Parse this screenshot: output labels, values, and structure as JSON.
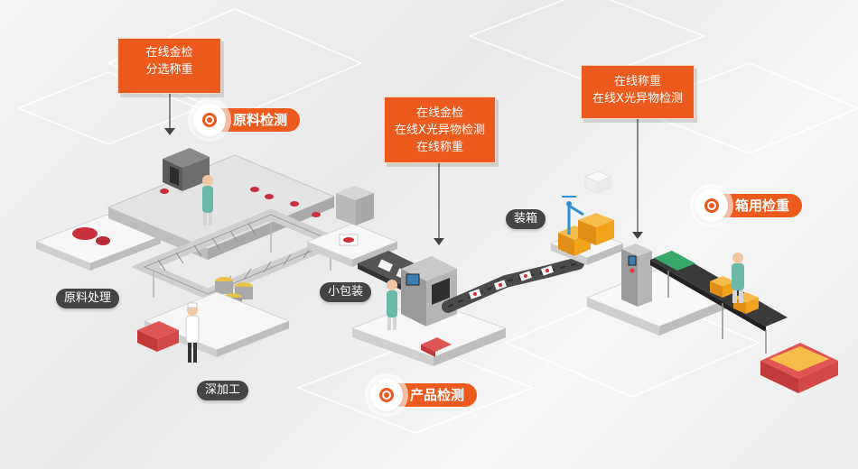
{
  "callouts": {
    "raw_inspect": [
      "在线金检",
      "分选称重"
    ],
    "product_inspect": [
      "在线金检",
      "在线X光异物检测",
      "在线称重"
    ],
    "box_inspect": [
      "在线称重",
      "在线X光异物检测"
    ]
  },
  "stages": {
    "raw": "原料检测",
    "product": "产品检测",
    "box": "箱用检重"
  },
  "process_labels": {
    "raw_processing": "原料处理",
    "deep_processing": "深加工",
    "small_pack": "小包装",
    "boxing": "装箱"
  },
  "colors": {
    "accent": "#ec5a1d",
    "label_bg": "#444444",
    "crate": "#d83a3a",
    "box": "#f2a21b"
  }
}
